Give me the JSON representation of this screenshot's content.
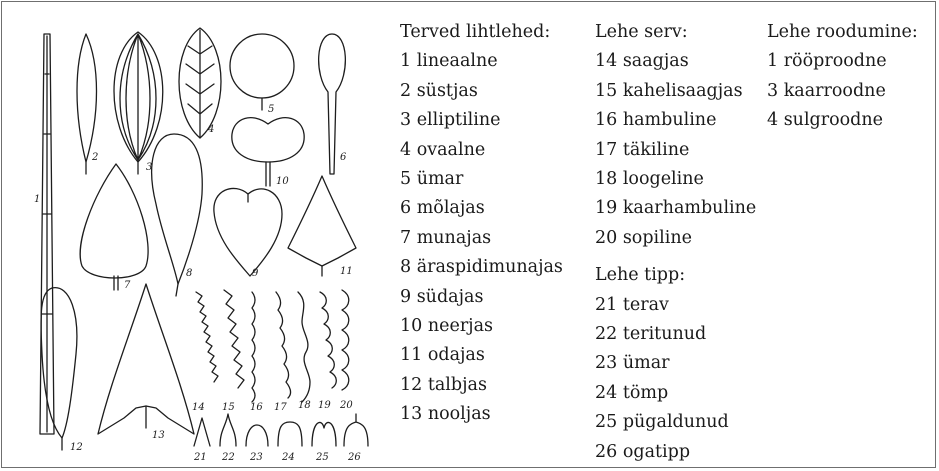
{
  "figure": {
    "leaf_numbers": [
      "1",
      "2",
      "3",
      "4",
      "5",
      "6",
      "7",
      "8",
      "9",
      "10",
      "11",
      "12",
      "13"
    ],
    "margin_numbers": [
      "14",
      "15",
      "16",
      "17",
      "18",
      "19",
      "20"
    ],
    "tip_numbers": [
      "21",
      "22",
      "23",
      "24",
      "25",
      "26"
    ]
  },
  "simple_leaves": {
    "heading": "Terved lihtlehed:",
    "items": [
      "1 lineaalne",
      "2 süstjas",
      "3 elliptiline",
      "4 ovaalne",
      "5 ümar",
      "6 mõlajas",
      "7 munajas",
      "8 äraspidimunajas",
      "9 südajas",
      "10 neerjas",
      "11 odajas",
      "12 talbjas",
      "13 nooljas"
    ]
  },
  "leaf_margin": {
    "heading": "Lehe serv:",
    "items": [
      "14 saagjas",
      "15 kahelisaagjas",
      "16 hambuline",
      "17 täkiline",
      "18 loogeline",
      "19 kaarhambuline",
      "20 sopiline"
    ]
  },
  "leaf_tip": {
    "heading": "Lehe tipp:",
    "items": [
      "21 terav",
      "22 teritunud",
      "23 ümar",
      "24 tömp",
      "25 pügaldunud",
      "26 ogatipp"
    ]
  },
  "venation": {
    "heading": "Lehe roodumine:",
    "items": [
      "1 rööproodne",
      "3 kaarroodne",
      "4 sulgroodne"
    ]
  }
}
